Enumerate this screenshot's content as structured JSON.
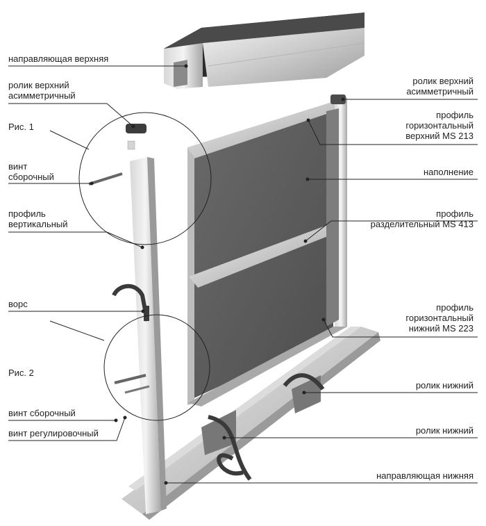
{
  "labels": {
    "top_rail": "направляющая верхняя",
    "top_roller_left": "ролик верхний\nасимметричный",
    "fig1": "Рис. 1",
    "screw_assembly_1": "винт\nсборочный",
    "vertical_profile": "профиль\nвертикальный",
    "brush": "ворс",
    "fig2": "Рис. 2",
    "screw_assembly_2": "винт сборочный",
    "screw_adjust": "винт регулировочный",
    "top_roller_right": "ролик верхний\nасимметричный",
    "top_horizontal_profile": "профиль\nгоризонтальный\nверхний MS 213",
    "filling": "наполнение",
    "divider_profile": "профиль\nразделительный MS 413",
    "bottom_horizontal_profile": "профиль\nгоризонтальный\nнижний MS 223",
    "bottom_roller_1": "ролик нижний",
    "bottom_roller_2": "ролик нижний",
    "bottom_rail": "направляющая нижняя"
  }
}
